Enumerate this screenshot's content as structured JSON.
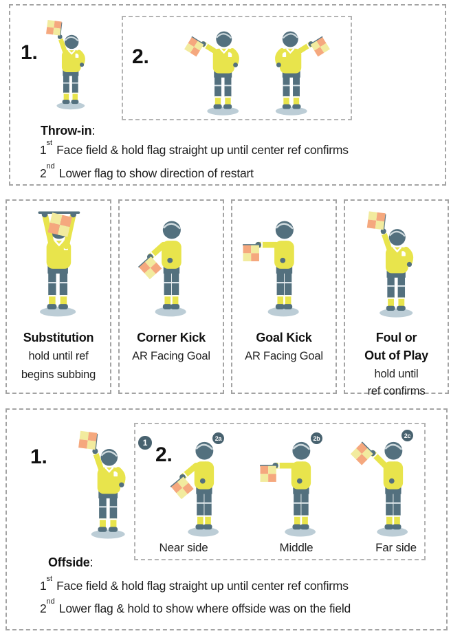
{
  "throw_in": {
    "step1_label": "1.",
    "step2_label": "2.",
    "heading": "Throw-in",
    "colon": ":",
    "steps": [
      {
        "num": "1",
        "ord": "st",
        "text": "Face field & hold flag straight up until center ref confirms"
      },
      {
        "num": "2",
        "ord": "nd",
        "text": "Lower flag to show direction of restart"
      }
    ]
  },
  "signals": [
    {
      "titles": [
        "Substitution"
      ],
      "captions": [
        "hold until ref",
        "begins subbing"
      ]
    },
    {
      "titles": [
        "Corner Kick"
      ],
      "captions": [
        "AR Facing Goal"
      ]
    },
    {
      "titles": [
        "Goal Kick"
      ],
      "captions": [
        "AR Facing Goal"
      ]
    },
    {
      "titles": [
        "Foul or",
        "Out of Play"
      ],
      "captions": [
        "hold until",
        "ref confirms"
      ]
    }
  ],
  "offside": {
    "step1_label": "1.",
    "step2_label": "2.",
    "heading": "Offside",
    "colon": ":",
    "badges": {
      "step1": "1",
      "near": "2a",
      "middle": "2b",
      "far": "2c"
    },
    "positions": [
      "Near side",
      "Middle",
      "Far side"
    ],
    "steps": [
      {
        "num": "1",
        "ord": "st",
        "text": "Face field & hold flag straight up until center ref confirms"
      },
      {
        "num": "2",
        "ord": "nd",
        "text": "Lower flag & hold to show where offside was on the field"
      }
    ]
  },
  "colors": {
    "uniform_slate": "#53707e",
    "shirt_yellow": "#e8e44c",
    "flag_orange": "#f5a87e",
    "flag_pale_yellow": "#f2eb9e",
    "shadow_gray_blue": "#bccdd6",
    "dashed_border_gray": "#a3a3a3"
  }
}
